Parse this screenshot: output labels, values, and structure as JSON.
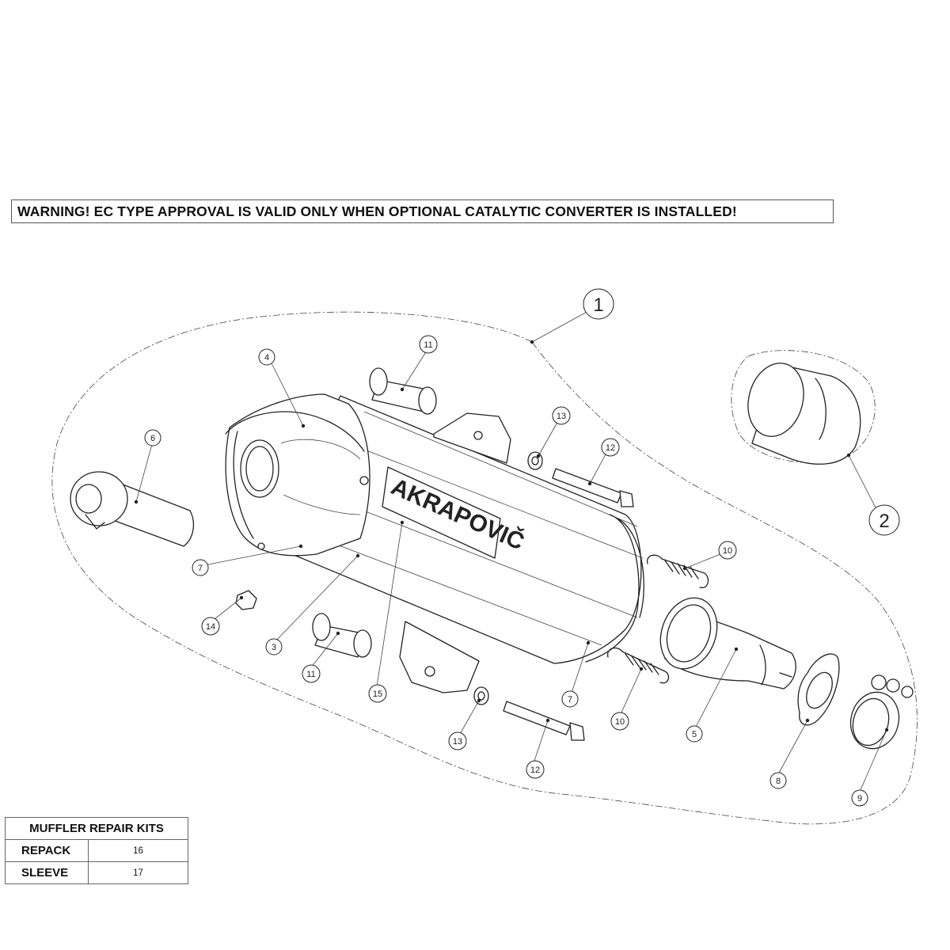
{
  "warning": "WARNING!  EC TYPE APPROVAL IS VALID ONLY WHEN OPTIONAL CATALYTIC CONVERTER IS INSTALLED!",
  "logo_text": "AKRAPOVIČ",
  "callouts": {
    "c1": "1",
    "c2": "2",
    "c3": "3",
    "c4": "4",
    "c5": "5",
    "c6": "6",
    "c7a": "7",
    "c7b": "7",
    "c8": "8",
    "c9": "9",
    "c10a": "10",
    "c10b": "10",
    "c11a": "11",
    "c11b": "11",
    "c12a": "12",
    "c12b": "12",
    "c13a": "13",
    "c13b": "13",
    "c14": "14",
    "c15": "15"
  },
  "repair_kits": {
    "title": "MUFFLER REPAIR KITS",
    "rows": [
      {
        "label": "REPACK",
        "value": "16"
      },
      {
        "label": "SLEEVE",
        "value": "17"
      }
    ]
  },
  "colors": {
    "line": "#222222",
    "background": "#ffffff"
  }
}
